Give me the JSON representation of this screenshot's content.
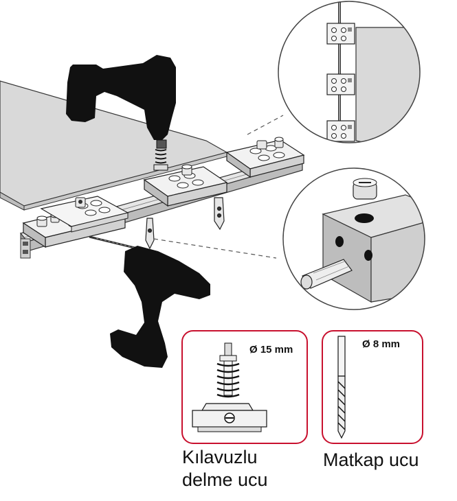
{
  "bits": {
    "guided": {
      "dimension": "Ø 15 mm",
      "caption_line1": "Kılavuzlu",
      "caption_line2": "delme ucu"
    },
    "drill": {
      "dimension": "Ø 8 mm",
      "caption": "Matkap ucu"
    }
  },
  "colors": {
    "accent_frame": "#c8102e",
    "board": "#d9d9d9",
    "drill_body": "#111111"
  }
}
